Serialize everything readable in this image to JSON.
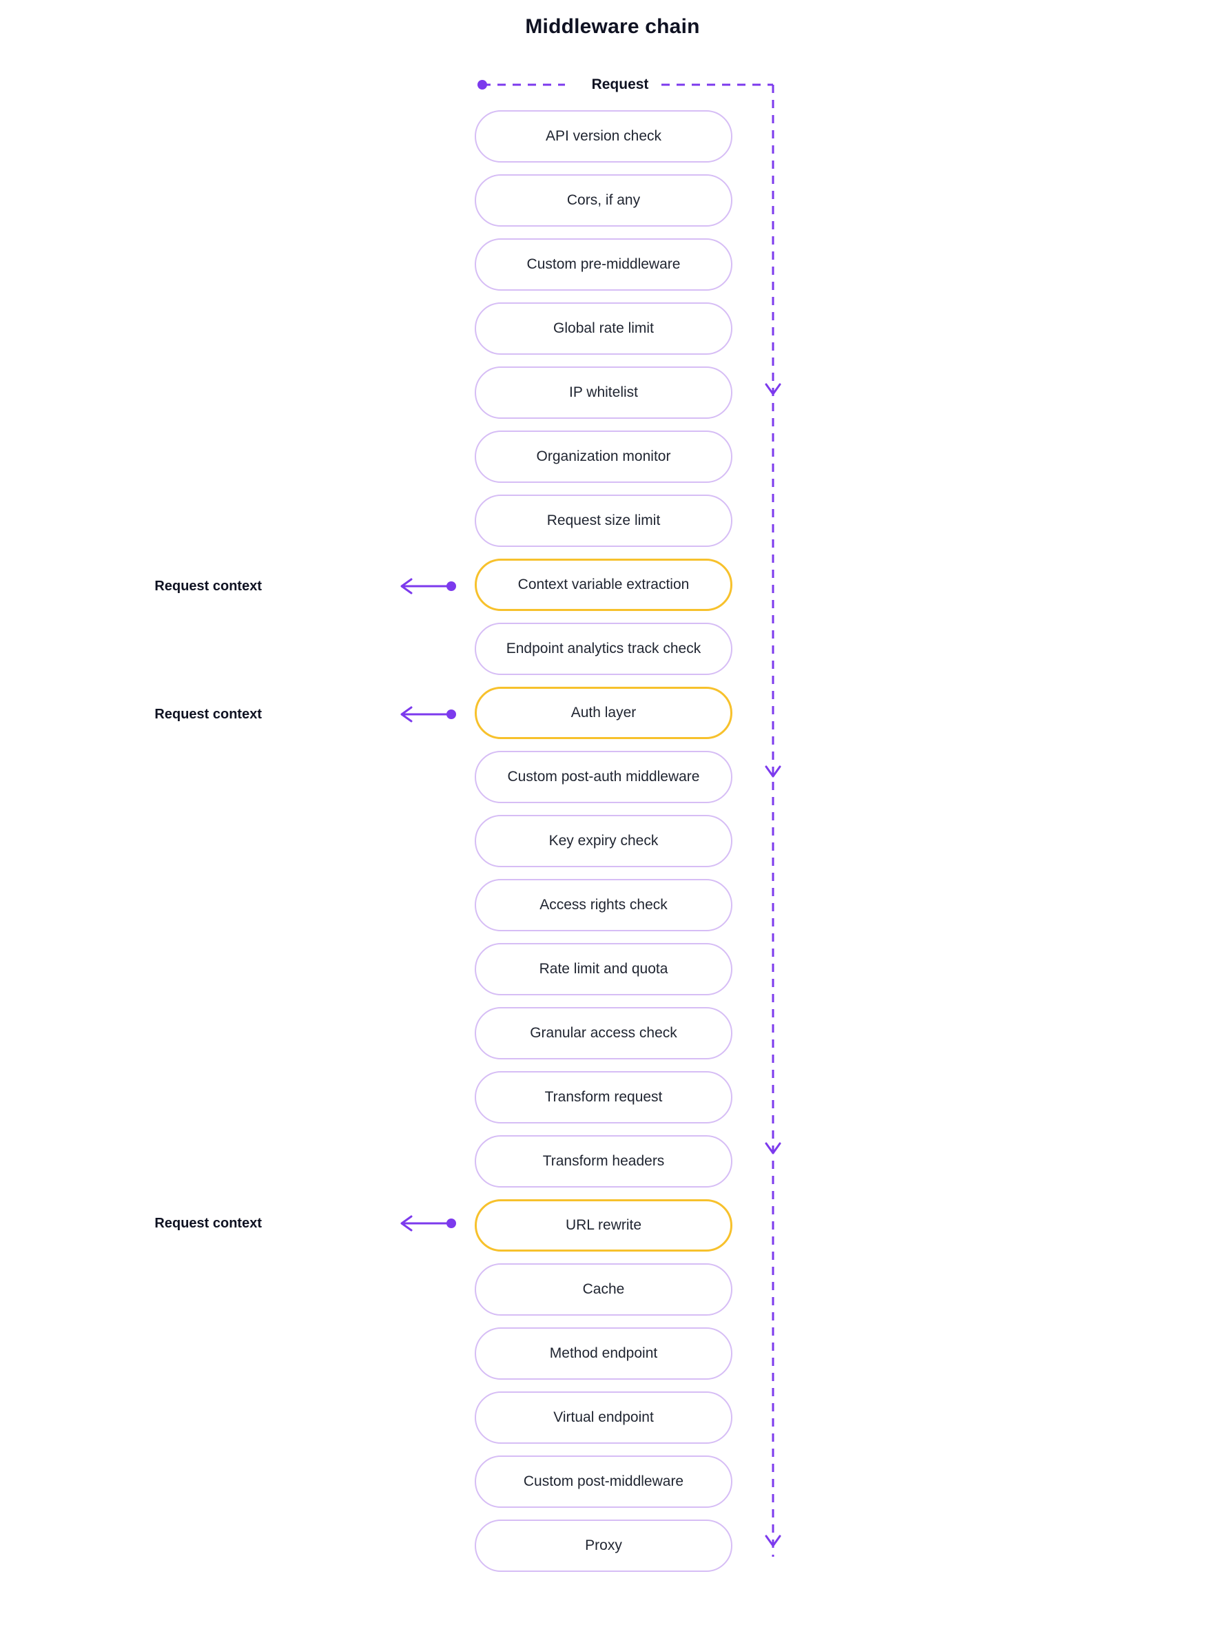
{
  "title": "Middleware chain",
  "colors": {
    "node_border": "#d6bdf5",
    "highlight_border": "#f7c12c",
    "arrow": "#7c3aed",
    "dashed": "#7c3aed",
    "text": "#1f2430",
    "background": "#ffffff"
  },
  "flow": {
    "request_label": "Request",
    "context_label": "Request context"
  },
  "nodes": [
    {
      "label": "API version check",
      "highlight": false,
      "context": false
    },
    {
      "label": "Cors, if any",
      "highlight": false,
      "context": false
    },
    {
      "label": "Custom pre-middleware",
      "highlight": false,
      "context": false
    },
    {
      "label": "Global rate limit",
      "highlight": false,
      "context": false
    },
    {
      "label": "IP whitelist",
      "highlight": false,
      "context": false
    },
    {
      "label": "Organization monitor",
      "highlight": false,
      "context": false
    },
    {
      "label": "Request size limit",
      "highlight": false,
      "context": false
    },
    {
      "label": "Context variable extraction",
      "highlight": true,
      "context": true
    },
    {
      "label": "Endpoint analytics track check",
      "highlight": false,
      "context": false
    },
    {
      "label": "Auth layer",
      "highlight": true,
      "context": true
    },
    {
      "label": "Custom post-auth middleware",
      "highlight": false,
      "context": false
    },
    {
      "label": "Key expiry check",
      "highlight": false,
      "context": false
    },
    {
      "label": "Access rights check",
      "highlight": false,
      "context": false
    },
    {
      "label": "Rate limit and quota",
      "highlight": false,
      "context": false
    },
    {
      "label": "Granular access check",
      "highlight": false,
      "context": false
    },
    {
      "label": "Transform request",
      "highlight": false,
      "context": false
    },
    {
      "label": "Transform headers",
      "highlight": false,
      "context": false
    },
    {
      "label": "URL rewrite",
      "highlight": true,
      "context": true
    },
    {
      "label": "Cache",
      "highlight": false,
      "context": false
    },
    {
      "label": "Method endpoint",
      "highlight": false,
      "context": false
    },
    {
      "label": "Virtual endpoint",
      "highlight": false,
      "context": false
    },
    {
      "label": "Custom post-middleware",
      "highlight": false,
      "context": false
    },
    {
      "label": "Proxy",
      "highlight": false,
      "context": false
    }
  ]
}
